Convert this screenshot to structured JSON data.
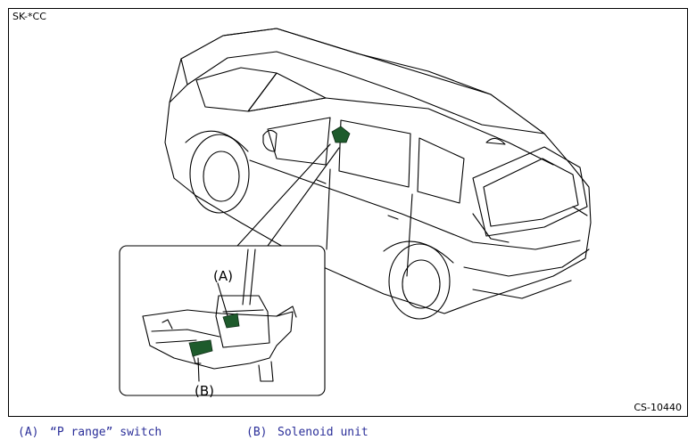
{
  "figure": {
    "model_code": "SK-*CC",
    "figure_id": "CS-10440",
    "callouts": {
      "a": "(A)",
      "b": "(B)"
    },
    "highlight_color": "#1e5b2c",
    "line_color": "#000000"
  },
  "legend": {
    "items": [
      {
        "letter": "(A)",
        "text": "“P range” switch"
      },
      {
        "letter": "(B)",
        "text": "Solenoid unit"
      }
    ],
    "text_color": "#2b2f99"
  }
}
